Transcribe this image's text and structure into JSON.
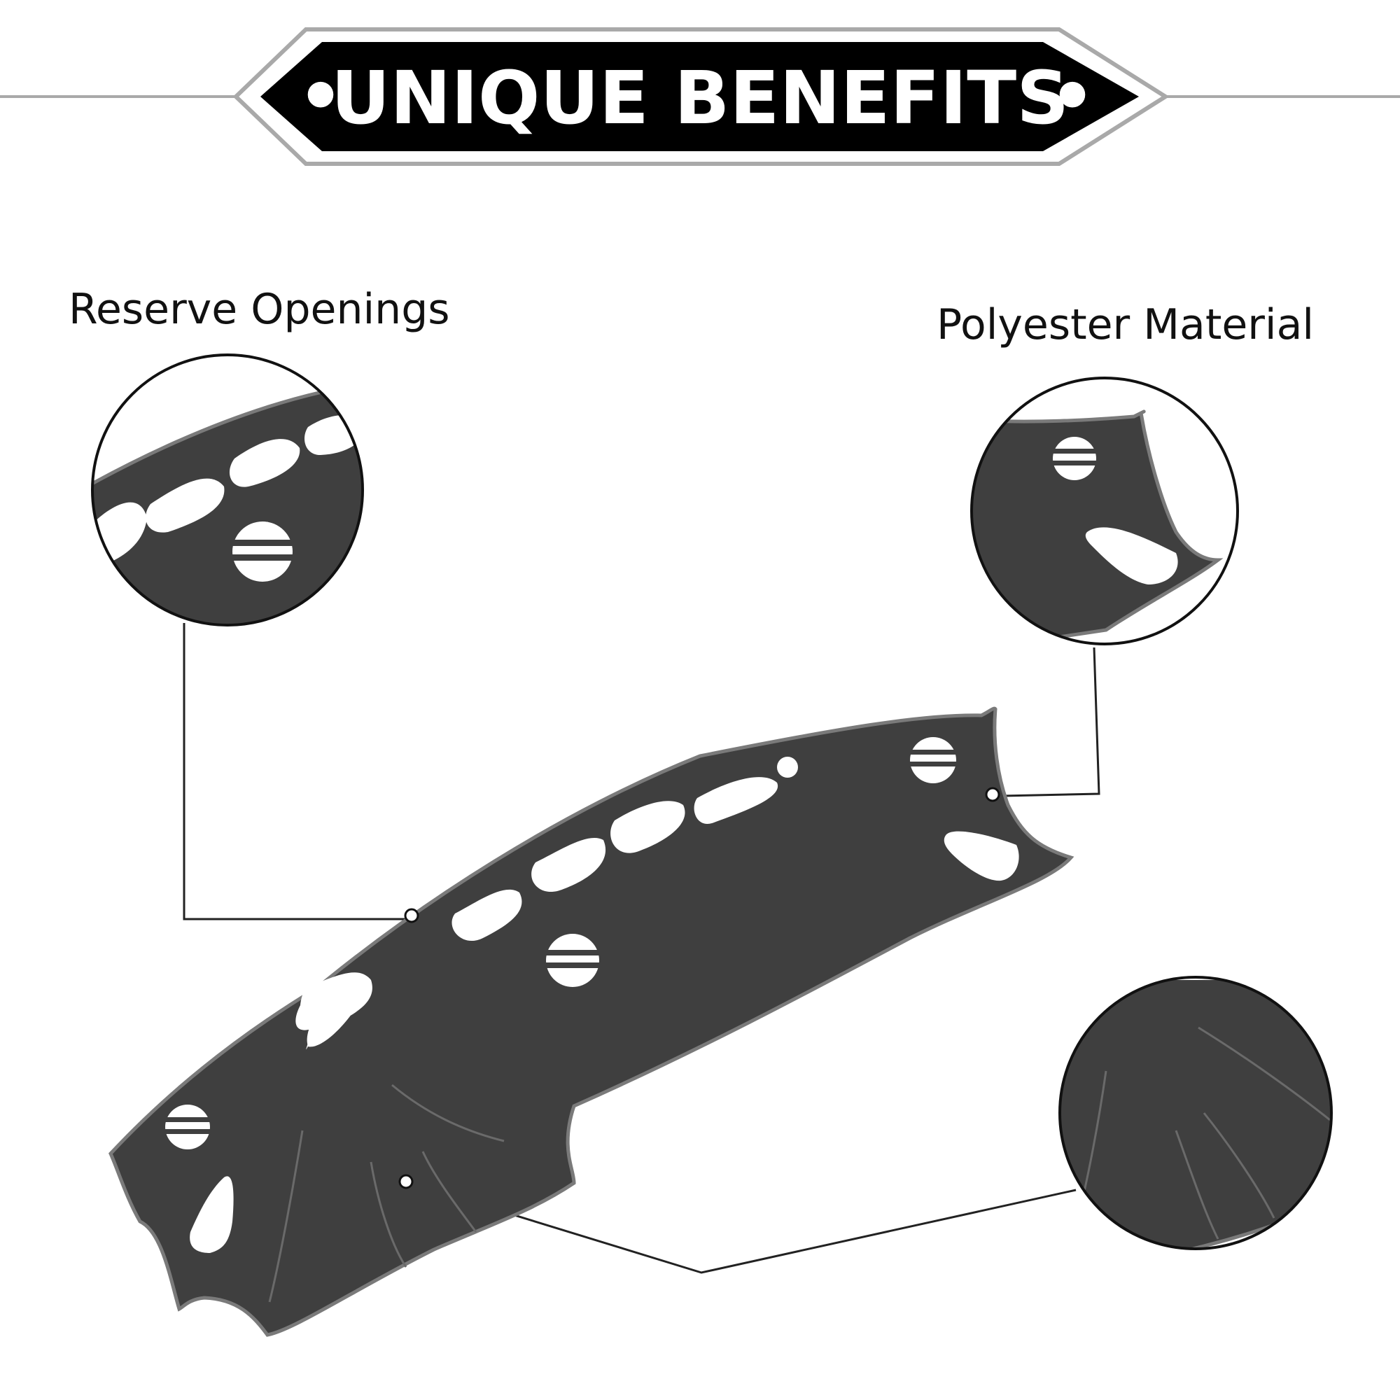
{
  "banner": {
    "title": "UNIQUE BENEFITS",
    "bullet": "•",
    "background_color": "#000000",
    "outline_color": "#a9a9a9"
  },
  "callouts": [
    {
      "label": "Reserve Openings",
      "icon": "openings-closeup"
    },
    {
      "label": "Polyester Material",
      "icon": "material-closeup"
    },
    {
      "label": "",
      "icon": "stitching-closeup"
    }
  ],
  "product": {
    "icon": "dashboard-cover-mat",
    "color": "#3f3f3f",
    "edge_color": "#7a7a7a"
  }
}
